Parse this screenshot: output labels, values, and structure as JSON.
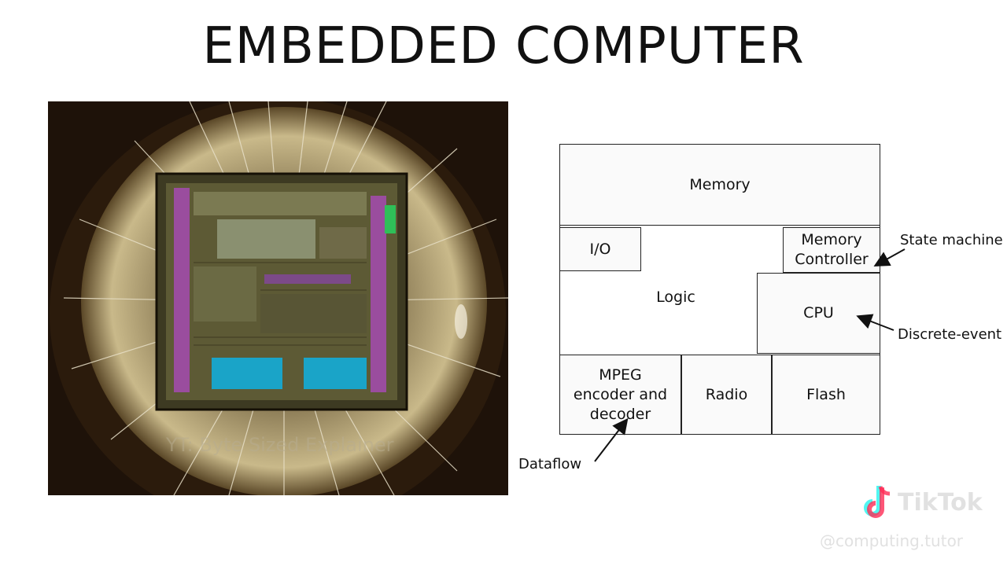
{
  "title": "EMBEDDED COMPUTER",
  "photo": {
    "watermark": "YT: Byte Sized Explainer"
  },
  "diagram": {
    "blocks": {
      "memory": "Memory",
      "io": "I/O",
      "memory_controller_line1": "Memory",
      "memory_controller_line2": "Controller",
      "logic": "Logic",
      "cpu": "CPU",
      "mpeg_line1": "MPEG",
      "mpeg_line2": "encoder and",
      "mpeg_line3": "decoder",
      "radio": "Radio",
      "flash": "Flash"
    },
    "annotations": {
      "state_machine": "State machine",
      "discrete_event": "Discrete-event",
      "dataflow": "Dataflow"
    }
  },
  "watermark": {
    "brand": "TikTok",
    "handle": "@computing.tutor",
    "icon": "tiktok-note-icon"
  }
}
